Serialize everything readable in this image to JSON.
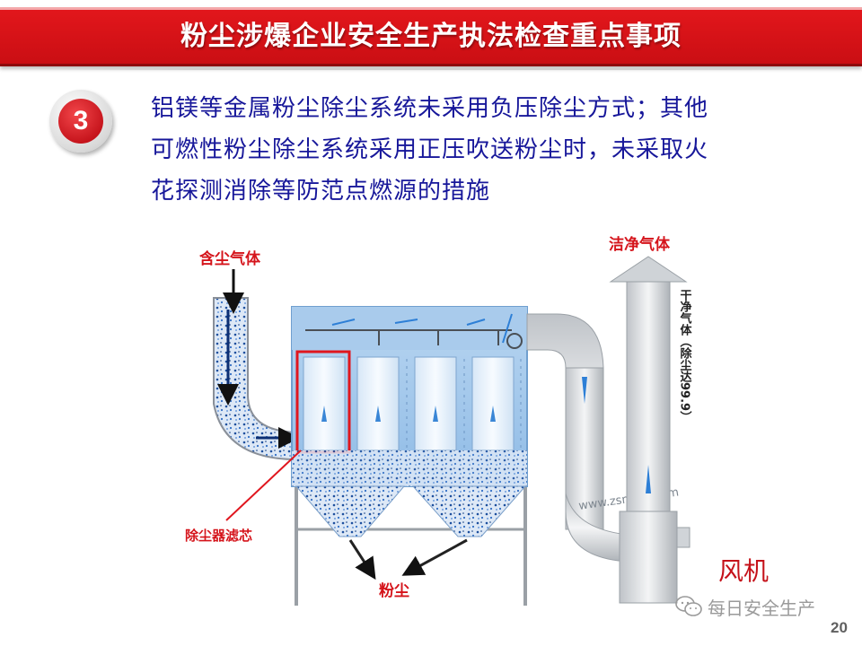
{
  "header": {
    "title": "粉尘涉爆企业安全生产执法检查重点事项"
  },
  "item": {
    "number": "3",
    "lines": [
      "铝镁等金属粉尘除尘系统未采用负压除尘方式；其他",
      "可燃性粉尘除尘系统采用正压吹送粉尘时，未采取火",
      "花探测消除等防范点燃源的措施"
    ]
  },
  "diagram": {
    "labels": {
      "dusty_gas": "含尘气体",
      "clean_gas": "洁净气体",
      "filter": "除尘器滤芯",
      "dust": "粉尘",
      "stack_vertical": "干净气体（除尘达99.9）",
      "site_watermark": "www.zsmdjx.com"
    }
  },
  "fan_label": "风机",
  "watermark": {
    "text": "每日安全生产"
  },
  "page": {
    "number": "20"
  },
  "colors": {
    "title_red": "#d5141b",
    "text_blue": "#17179a",
    "filter_box_red": "#e0161e",
    "airflow_blue": "#3a86d6"
  }
}
